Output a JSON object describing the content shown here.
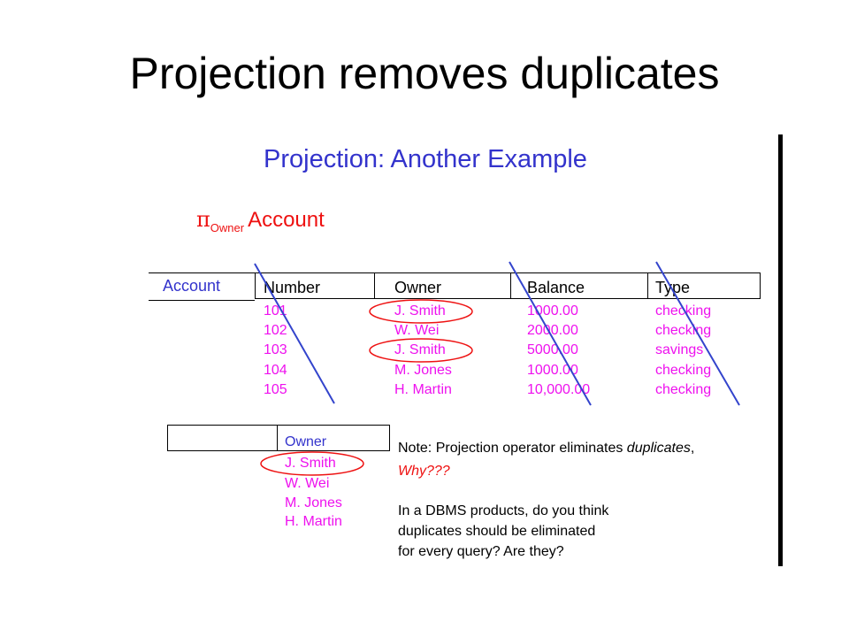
{
  "slide": {
    "title": "Projection removes duplicates"
  },
  "figure": {
    "title": "Projection: Another Example",
    "expression": {
      "operator_symbol": "π",
      "attribute": "Owner",
      "relation": "Account"
    },
    "relation_label": "Account",
    "columns": [
      "Number",
      "Owner",
      "Balance",
      "Type"
    ],
    "rows": [
      [
        "101",
        "J. Smith",
        "1000.00",
        "checking"
      ],
      [
        "102",
        "W. Wei",
        "2000.00",
        "checking"
      ],
      [
        "103",
        "J. Smith",
        "5000.00",
        "savings"
      ],
      [
        "104",
        "M. Jones",
        "1000.00",
        "checking"
      ],
      [
        "105",
        "H. Martin",
        "10,000.00",
        "checking"
      ]
    ],
    "result": {
      "column": "Owner",
      "rows": [
        "J. Smith",
        "W. Wei",
        "M. Jones",
        "H. Martin"
      ]
    },
    "note": {
      "prefix": "Note: Projection operator eliminates ",
      "emphasis": "duplicates",
      "suffix": ",",
      "why": "Why???",
      "question_lines": [
        "In a DBMS products, do you think",
        "duplicates should be eliminated",
        "for every query?  Are they?"
      ]
    },
    "colors": {
      "title_blue": "#3333cc",
      "value_magenta": "#ee11ee",
      "highlight_red": "#ee1111",
      "strike_blue": "#3344cc"
    }
  }
}
